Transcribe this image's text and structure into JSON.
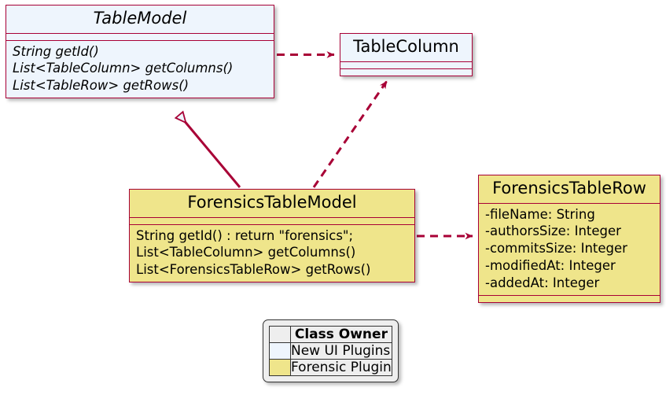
{
  "diagram": {
    "type": "uml-class-diagram",
    "background": "#FFFFFF",
    "border_color": "#A80036",
    "fill_blue": "#EEF5FD",
    "fill_yellow": "#EFE58B"
  },
  "classes": {
    "table_model": {
      "name": "TableModel",
      "stereotype": "interface",
      "fill": "#EEF5FD",
      "members": [
        "String getId()",
        "List<TableColumn> getColumns()",
        "List<TableRow> getRows()"
      ]
    },
    "table_column": {
      "name": "TableColumn",
      "stereotype": "class",
      "fill": "#EEF5FD",
      "members": []
    },
    "forensics_table_model": {
      "name": "ForensicsTableModel",
      "stereotype": "class",
      "fill": "#EFE58B",
      "members": [
        "String getId() : return \"forensics\";",
        "List<TableColumn> getColumns()",
        "List<ForensicsTableRow> getRows()"
      ]
    },
    "forensics_table_row": {
      "name": "ForensicsTableRow",
      "stereotype": "class",
      "fill": "#EFE58B",
      "members": [
        "-fileName: String",
        "-authorsSize: Integer",
        "-commitsSize: Integer",
        "-modifiedAt: Integer",
        "-addedAt: Integer"
      ]
    }
  },
  "relationships": [
    {
      "id": "tablemodel-uses-tablecolumn",
      "from": "TableModel",
      "to": "TableColumn",
      "kind": "dependency",
      "line": "dashed",
      "arrowhead": "open-filled"
    },
    {
      "id": "forensicstablemodel-implements-tablemodel",
      "from": "ForensicsTableModel",
      "to": "TableModel",
      "kind": "realization",
      "line": "solid",
      "arrowhead": "hollow-triangle"
    },
    {
      "id": "forensicstablemodel-uses-tablecolumn",
      "from": "ForensicsTableModel",
      "to": "TableColumn",
      "kind": "dependency",
      "line": "dashed",
      "arrowhead": "open-filled"
    },
    {
      "id": "forensicstablemodel-uses-forensicstablerow",
      "from": "ForensicsTableModel",
      "to": "ForensicsTableRow",
      "kind": "dependency",
      "line": "dashed",
      "arrowhead": "open-filled"
    }
  ],
  "legend": {
    "header": "Class Owner",
    "rows": [
      {
        "label": "New UI Plugins",
        "color": "#EEF5FD"
      },
      {
        "label": "Forensic Plugin",
        "color": "#EFE58B"
      }
    ]
  }
}
